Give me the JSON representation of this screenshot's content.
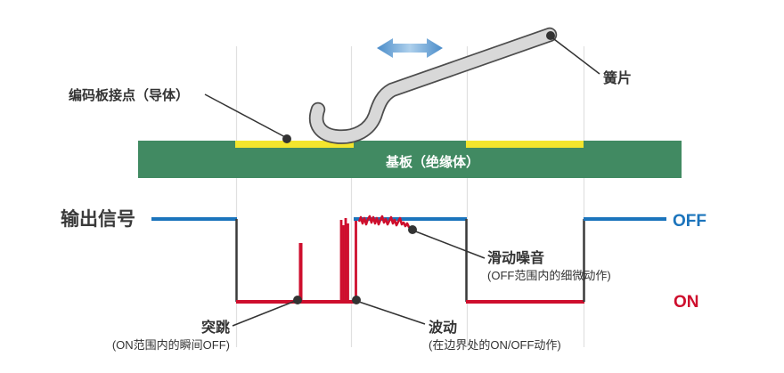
{
  "mechanical": {
    "contact_label": "编码板接点（导体）",
    "spring_label": "簧片",
    "substrate_label": "基板（绝缘体）"
  },
  "signal": {
    "label": "输出信号",
    "off_label": "OFF",
    "on_label": "ON"
  },
  "annotations": {
    "glitch": {
      "title": "突跳",
      "caption": "(ON范围内的瞬间OFF)"
    },
    "fluctuation": {
      "title": "波动",
      "caption": "(在边界处的ON/OFF动作)"
    },
    "sliding_noise": {
      "title": "滑动噪音",
      "caption": "(OFF范围内的细微动作)"
    }
  },
  "icons": {
    "motion_arrow": "left-right-double-arrow"
  },
  "colors": {
    "substrate_green": "#418a62",
    "contact_yellow": "#f3e52d",
    "off_blue": "#1b74bc",
    "on_red": "#ce0e2d",
    "arrow_blue": "#4a8cc9",
    "spring_fill": "#d8d8d8",
    "spring_outline": "#4d4d4d",
    "text_dark": "#333333",
    "guide_gray": "#e0e0e0"
  }
}
